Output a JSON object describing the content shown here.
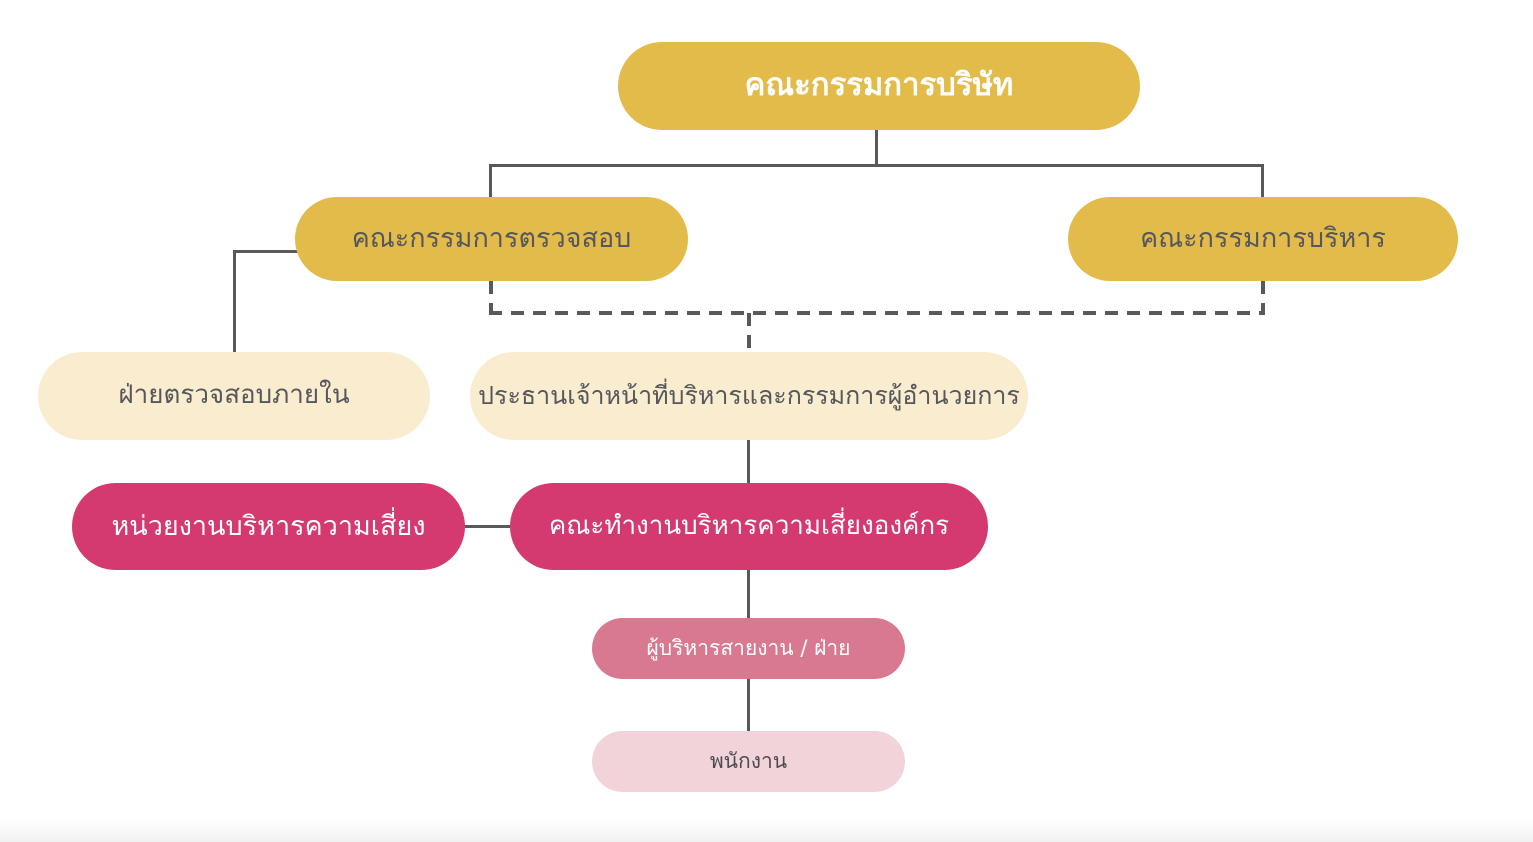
{
  "chart_data": {
    "type": "org-chart",
    "title": "",
    "nodes": {
      "board": {
        "label": "คณะกรรมการบริษัท",
        "fill": "#E2BB4B",
        "text_color": "#FFFFFF",
        "level": 1
      },
      "audit_committee": {
        "label": "คณะกรรมการตรวจสอบ",
        "fill": "#E2BB4B",
        "text_color": "#55575C",
        "level": 2
      },
      "executive_committee": {
        "label": "คณะกรรมการบริหาร",
        "fill": "#E2BB4B",
        "text_color": "#55575C",
        "level": 2
      },
      "internal_audit": {
        "label": "ฝ่ายตรวจสอบภายใน",
        "fill": "#F9ECCF",
        "text_color": "#55575C",
        "level": 3
      },
      "ceo": {
        "label": "ประธานเจ้าหน้าที่บริหารและกรรมการผู้อำนวยการ",
        "fill": "#F9ECCF",
        "text_color": "#55575C",
        "level": 3
      },
      "risk_unit": {
        "label": "หน่วยงานบริหารความเสี่ยง",
        "fill": "#D4396F",
        "text_color": "#FFFFFF",
        "level": 4
      },
      "risk_working_group": {
        "label": "คณะทำงานบริหารความเสี่ยงองค์กร",
        "fill": "#D4396F",
        "text_color": "#FFFFFF",
        "level": 4
      },
      "line_executives": {
        "label": "ผู้บริหารสายงาน / ฝ่าย",
        "fill": "#D97990",
        "text_color": "#FFFFFF",
        "level": 5
      },
      "employees": {
        "label": "พนักงาน",
        "fill": "#F2D3DA",
        "text_color": "#4A4B4E",
        "level": 6
      }
    },
    "edges": [
      {
        "from": "board",
        "to": "audit_committee",
        "style": "solid"
      },
      {
        "from": "board",
        "to": "executive_committee",
        "style": "solid"
      },
      {
        "from": "audit_committee",
        "to": "internal_audit",
        "style": "solid"
      },
      {
        "from": "audit_committee",
        "to": "ceo",
        "style": "dashed"
      },
      {
        "from": "executive_committee",
        "to": "ceo",
        "style": "dashed"
      },
      {
        "from": "ceo",
        "to": "risk_working_group",
        "style": "solid"
      },
      {
        "from": "risk_unit",
        "to": "risk_working_group",
        "style": "solid"
      },
      {
        "from": "risk_working_group",
        "to": "line_executives",
        "style": "solid"
      },
      {
        "from": "line_executives",
        "to": "employees",
        "style": "solid"
      }
    ],
    "palette": {
      "gold": "#E2BB4B",
      "cream": "#F9ECCF",
      "magenta": "#D4396F",
      "rose": "#D97990",
      "light_pink": "#F2D3DA",
      "connector": "#58595B"
    }
  }
}
